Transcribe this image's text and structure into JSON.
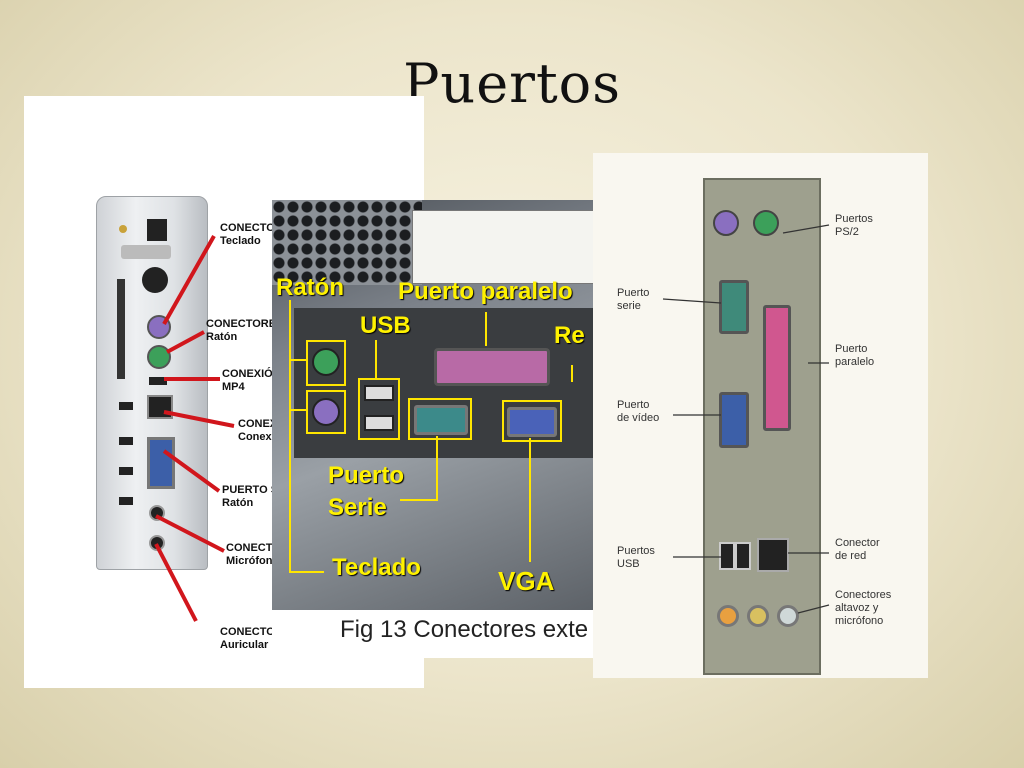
{
  "slide": {
    "title": "Puertos"
  },
  "left_image": {
    "callouts": [
      {
        "line1": "CONECTO",
        "line2": "Teclado"
      },
      {
        "line1": "CONECTORE",
        "line2": "Ratón"
      },
      {
        "line1": "CONEXIÓ",
        "line2": "MP4"
      },
      {
        "line1": "CONEX",
        "line2": "Conex"
      },
      {
        "line1": "PUERTO S",
        "line2": "Ratón"
      },
      {
        "line1": "CONECTO",
        "line2": "Micrófono"
      },
      {
        "line1": "CONECTO",
        "line2": "Auricular"
      }
    ]
  },
  "middle_image": {
    "labels": {
      "raton": "Ratón",
      "usb": "USB",
      "paralelo": "Puerto paralelo",
      "red": "Re",
      "serie_1": "Puerto",
      "serie_2": "Serie",
      "teclado": "Teclado",
      "vga": "VGA"
    },
    "caption": "Fig 13  Conectores exte"
  },
  "right_image": {
    "labels": {
      "ps2_1": "Puertos",
      "ps2_2": "PS/2",
      "serie_1": "Puerto",
      "serie_2": "serie",
      "paralelo_1": "Puerto",
      "paralelo_2": "paralelo",
      "video_1": "Puerto",
      "video_2": "de vídeo",
      "usb_1": "Puertos",
      "usb_2": "USB",
      "red_1": "Conector",
      "red_2": "de red",
      "audio_1": "Conectores",
      "audio_2": "altavoz y",
      "audio_3": "micrófono"
    }
  },
  "colors": {
    "background": "#ece5cb",
    "callout_line_red": "#d1161c",
    "highlight_yellow": "#fff200",
    "ps2_purple": "#8a6fc0",
    "ps2_green": "#3ca05a",
    "parallel_pink": "#d0578f",
    "vga_blue": "#3c5fa8"
  }
}
